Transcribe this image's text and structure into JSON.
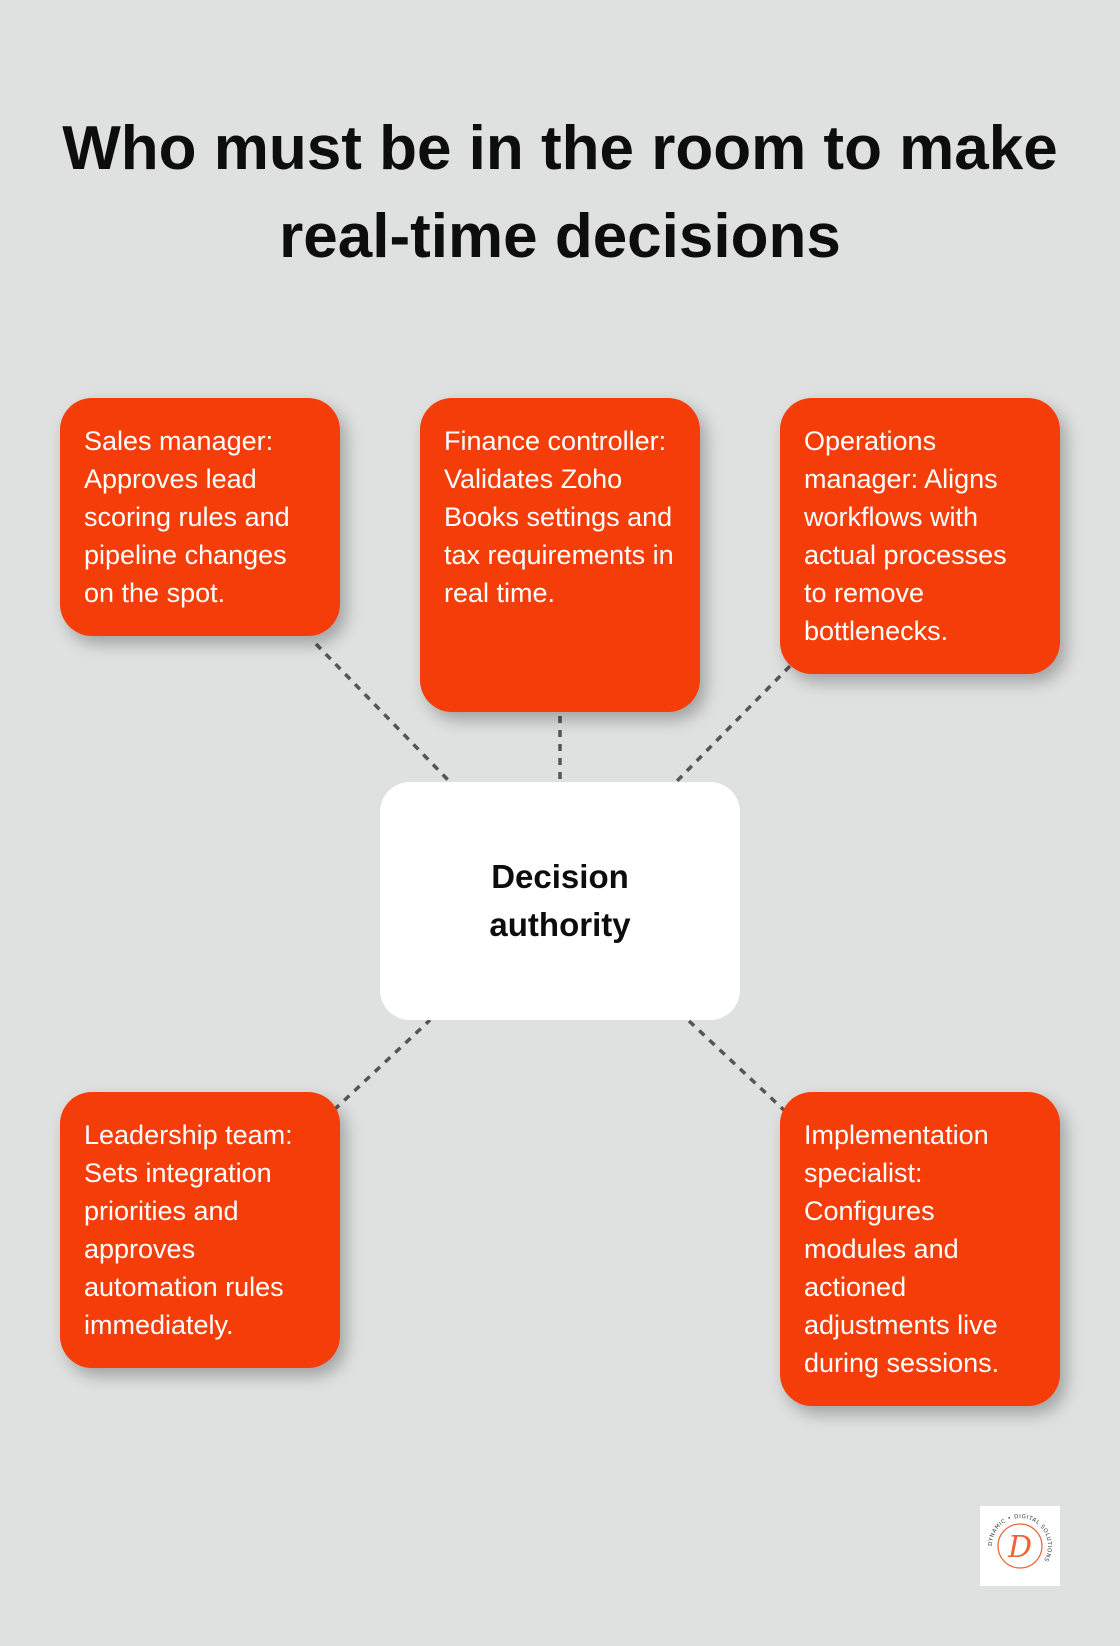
{
  "title": "Who must be in the room to make real-time decisions",
  "center_label": "Decision authority",
  "nodes": [
    {
      "text": "Sales manager: Approves lead scoring rules and pipeline changes on the spot."
    },
    {
      "text": "Finance controller: Validates Zoho Books settings and tax requirements in real time."
    },
    {
      "text": "Operations manager: Aligns workflows with actual processes to remove bottlenecks."
    },
    {
      "text": "Leadership team: Sets integration priorities and approves automation rules immediately."
    },
    {
      "text": "Implementation specialist: Configures modules and actioned adjustments live during sessions."
    }
  ],
  "logo": {
    "text": "DYNAMIC • DIGITAL SOLUTIONS",
    "initial": "D"
  },
  "colors": {
    "background": "#dfe1e1",
    "card": "#f53d0a",
    "center": "#ffffff",
    "connector": "#555555"
  }
}
